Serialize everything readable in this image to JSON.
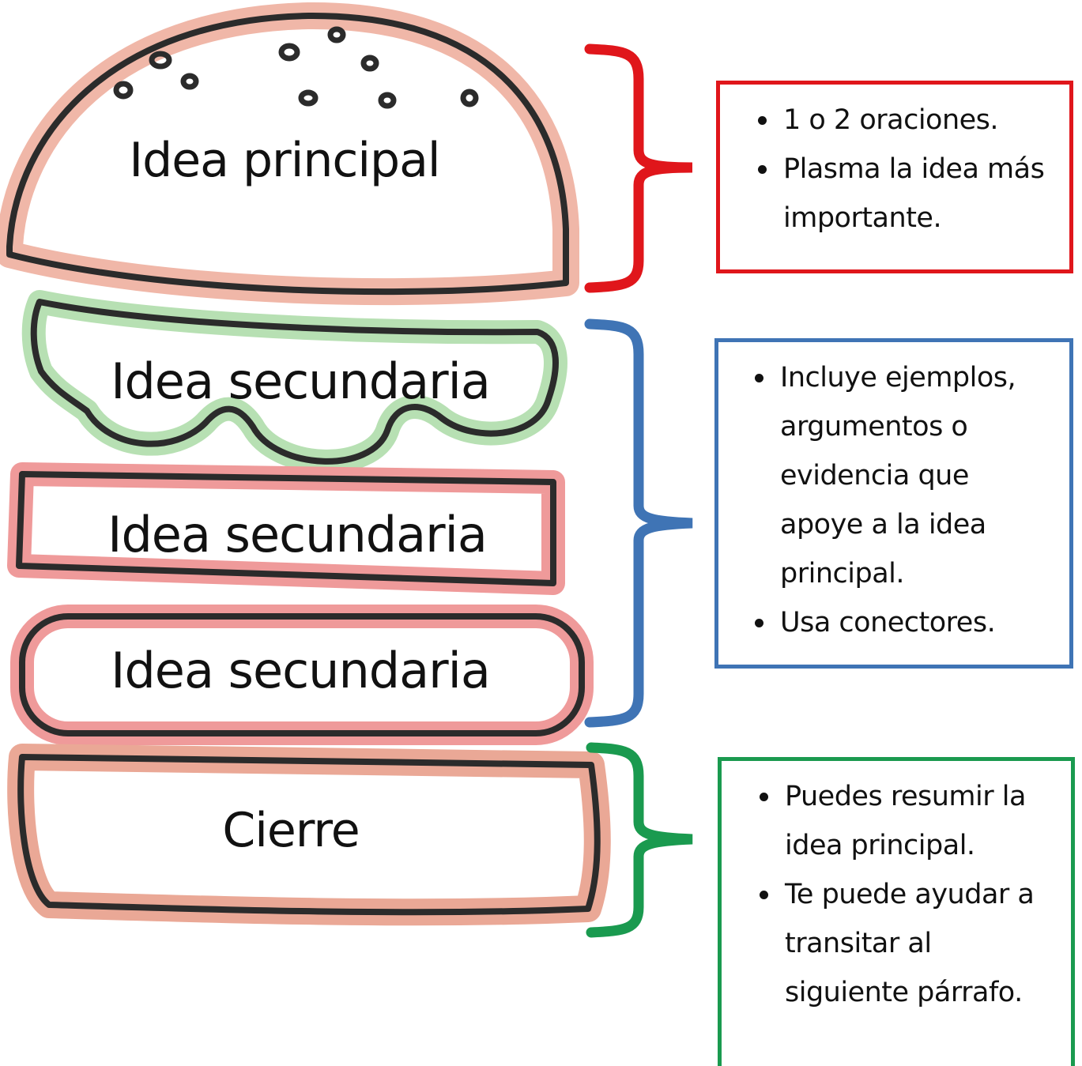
{
  "layers": {
    "top_bun": "Idea principal",
    "lettuce": "Idea secundaria",
    "tomato": "Idea secundaria",
    "patty": "Idea secundaria",
    "bottom_bun": "Cierre"
  },
  "notes": {
    "main": [
      "1 o 2 oraciones.",
      "Plasma la idea más importante."
    ],
    "secondary": [
      "Incluye ejemplos, argumentos o evidencia que apoye a la idea principal.",
      "Usa conectores."
    ],
    "closing": [
      "Puedes resumir la idea principal.",
      "Te puede ayudar a transitar al siguiente párrafo."
    ]
  },
  "colors": {
    "main": "#e0161b",
    "secondary": "#3f74b5",
    "closing": "#1a9a4f",
    "bun": "#e9a491",
    "lettuce": "#b7e0b3",
    "tomato": "#ef8f8f",
    "outline": "#2b2b2b"
  },
  "icons": {
    "top_bun": "bun-top-icon",
    "lettuce": "lettuce-icon",
    "tomato": "tomato-icon",
    "patty": "patty-icon",
    "bottom_bun": "bun-bottom-icon"
  }
}
